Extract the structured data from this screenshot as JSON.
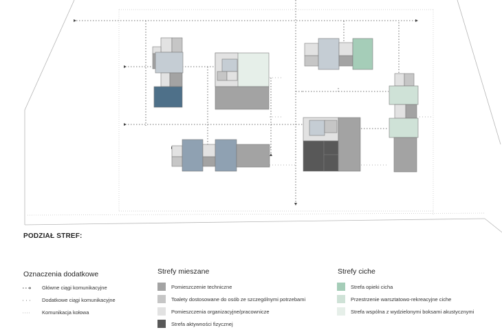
{
  "legend": {
    "title": "PODZIAŁ STREF:",
    "additional": {
      "title": "Oznaczenia dodatkowe",
      "items": [
        {
          "label": "Główne ciągi komunikacyjne",
          "style": "main-dotted-arrow"
        },
        {
          "label": "Dodatkowe ciągi komunikacyjne",
          "style": "secondary-dotted"
        },
        {
          "label": "Komunikacja kołowa",
          "style": "vehicle-dotted"
        }
      ]
    },
    "mixed": {
      "title": "Strefy mieszane",
      "items": [
        {
          "label": "Pomieszczenie techniczne",
          "color": "#a3a3a3"
        },
        {
          "label": "Toalety dostosowane do osób ze szczególnymi potrzebami",
          "color": "#c6c6c6"
        },
        {
          "label": "Pomieszczenia organizacyjne/pracownicze",
          "color": "#e2e2e2"
        },
        {
          "label": "Strefa aktywności fizycznej",
          "color": "#585858"
        }
      ]
    },
    "quiet": {
      "title": "Strefy ciche",
      "items": [
        {
          "label": "Strefa opieki cicha",
          "color": "#a5cdb8"
        },
        {
          "label": "Przestrzenie warsztatowo-rekreacyjne ciche",
          "color": "#cfe2d7"
        },
        {
          "label": "Strefa wspólna z wydzielonymi boksami akustycznymi",
          "color": "#e6efe9"
        }
      ]
    }
  },
  "colors": {
    "gray_blue": "#c5cdd4",
    "blue_gray": "#8fa1b2",
    "dark_blue": "#4e7089",
    "mint": "#a5cdb8",
    "light_mint": "#cfe2d7",
    "pale_mint": "#e6efe9",
    "technical": "#a3a3a3",
    "toilet": "#c6c6c6",
    "office": "#e2e2e2",
    "activity": "#585858"
  }
}
